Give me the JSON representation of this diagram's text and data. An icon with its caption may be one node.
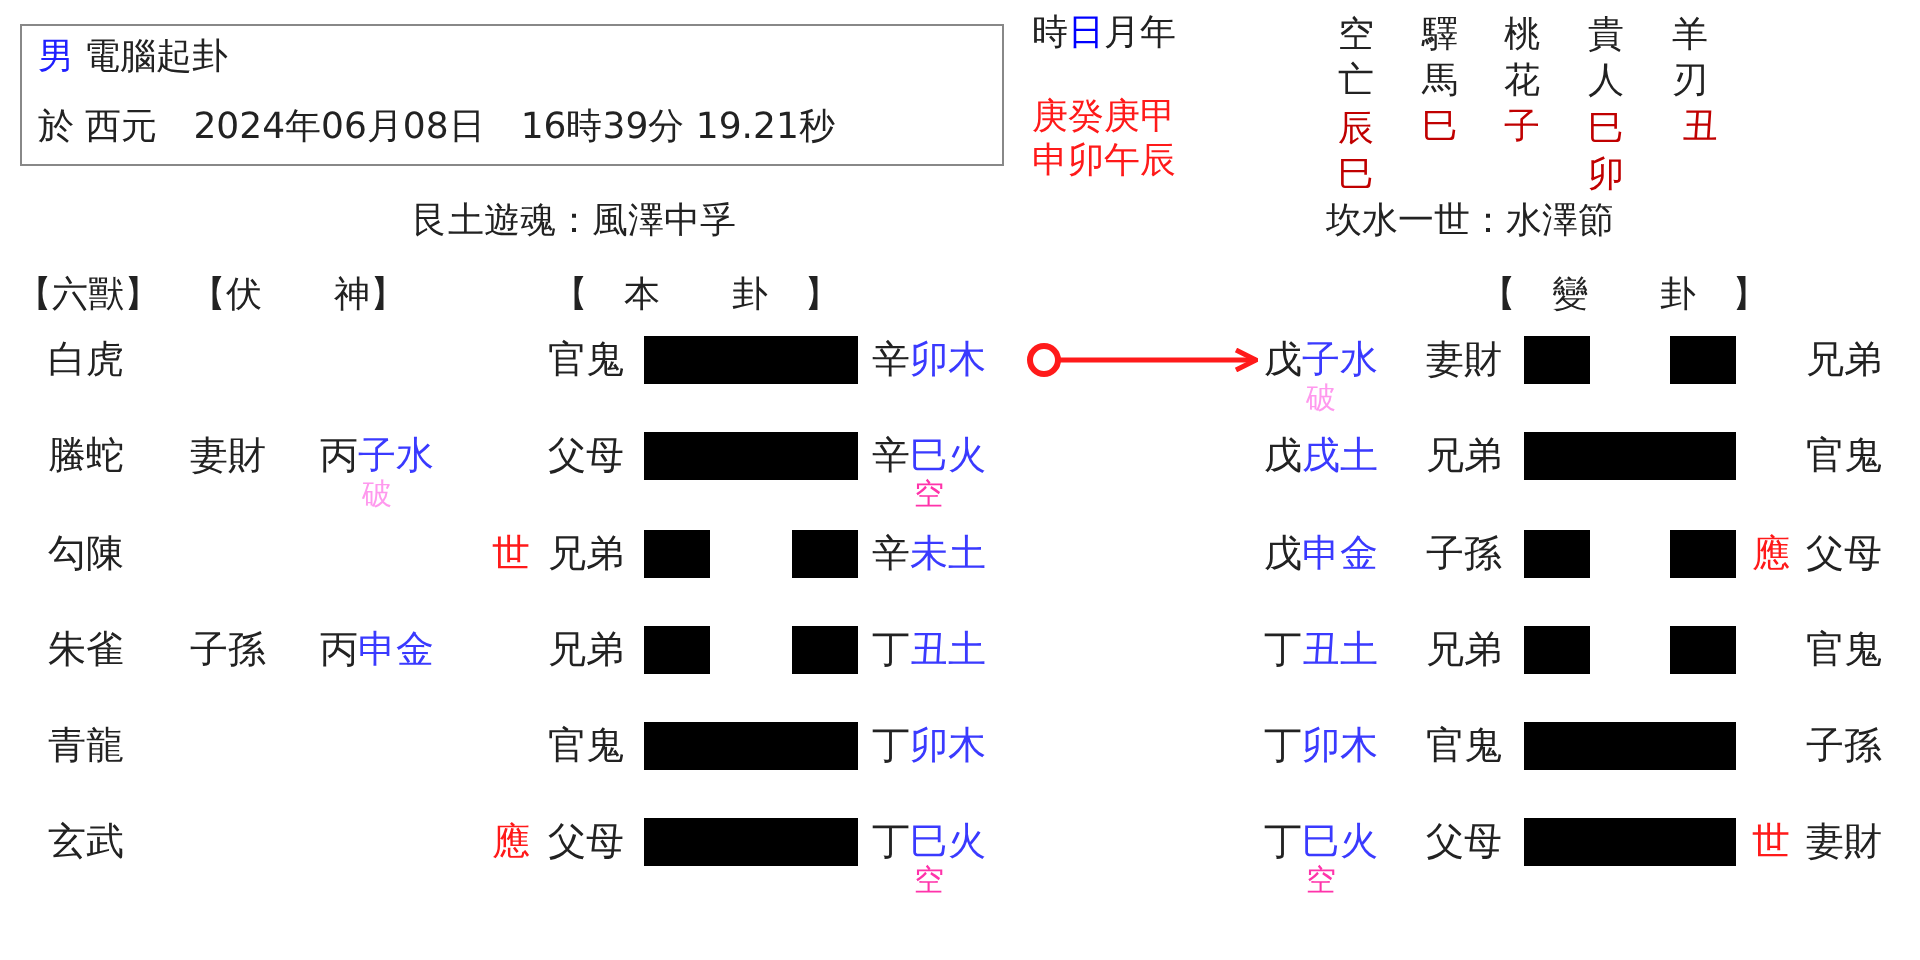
{
  "diagram": {
    "nodes": [
      {
        "text": [
          "男",
          "電腦起卦",
          "於 西元　2024年06月08日　16時39分 19.21秒"
        ]
      },
      {
        "text": [],
        "shape": "circle"
      },
      {
        "text": [
          "戊子水"
        ],
        "beside": [
          "破"
        ]
      }
    ],
    "edges": [
      {
        "from": 1,
        "to": 2,
        "arrow": "to"
      }
    ],
    "labels": [
      "時日月年",
      "庚癸庚甲",
      "申卯午辰",
      "空亡",
      "驛馬",
      "桃花",
      "貴人",
      "羊刃",
      "辰巳",
      "巳",
      "子",
      "巳卯",
      "丑",
      "艮土遊魂：風澤中孚",
      "坎水一世：水澤節",
      "【六獸】",
      "【伏　　神】",
      "【　本　　卦　】",
      "【　變　　卦　】",
      "白虎",
      "官鬼",
      "辛卯木",
      "妻財",
      "兄弟",
      "螣蛇",
      "妻財",
      "丙子水",
      "破",
      "父母",
      "辛巳火",
      "空",
      "戊戌土",
      "兄弟",
      "官鬼",
      "勾陳",
      "世",
      "兄弟",
      "辛未土",
      "戊申金",
      "子孫",
      "應",
      "父母",
      "朱雀",
      "子孫",
      "丙申金",
      "兄弟",
      "丁丑土",
      "丁丑土",
      "兄弟",
      "官鬼",
      "青龍",
      "官鬼",
      "丁卯木",
      "丁卯木",
      "官鬼",
      "子孫",
      "玄武",
      "應",
      "父母",
      "丁巳火",
      "空",
      "丁巳火",
      "空",
      "父母",
      "世",
      "妻財"
    ]
  }
}
